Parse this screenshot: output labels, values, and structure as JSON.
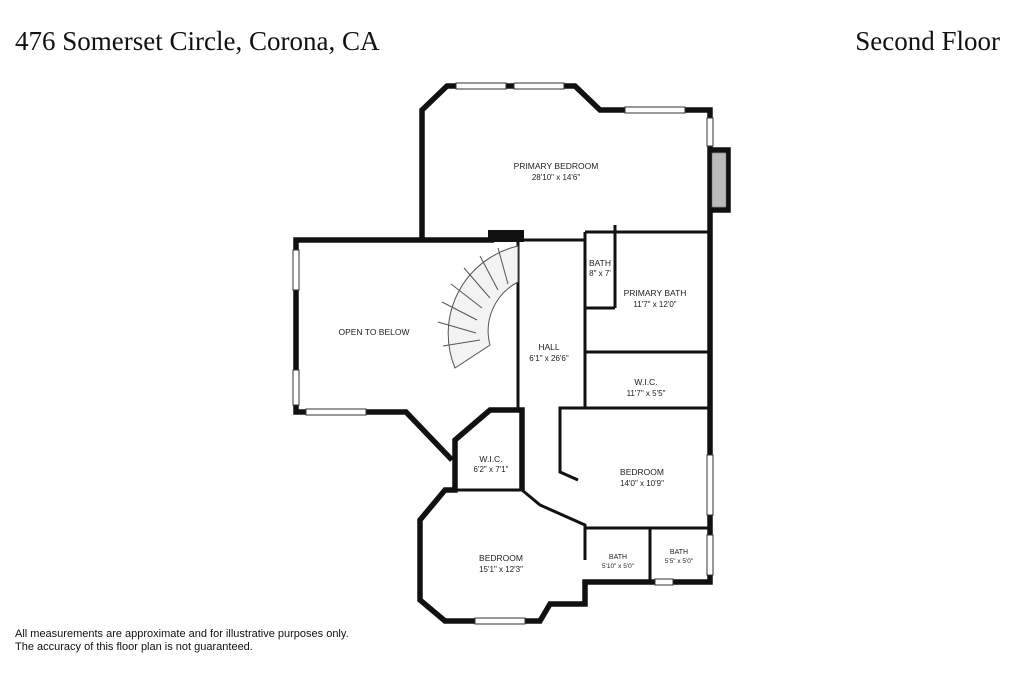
{
  "header": {
    "address": "476 Somerset Circle, Corona, CA",
    "floor": "Second Floor"
  },
  "rooms": {
    "primary_bedroom": {
      "name": "PRIMARY BEDROOM",
      "dims": "28'10\" x 14'6\""
    },
    "open_to_below": {
      "name": "OPEN TO BELOW"
    },
    "bath_small": {
      "name": "BATH",
      "dims": "8\" x 7'"
    },
    "primary_bath": {
      "name": "PRIMARY BATH",
      "dims": "11'7\" x 12'0\""
    },
    "hall": {
      "name": "HALL",
      "dims": "6'1\" x 26'6\""
    },
    "wic_east": {
      "name": "W.I.C.",
      "dims": "11'7\" x 5'5\""
    },
    "wic_west": {
      "name": "W.I.C.",
      "dims": "6'2\" x 7'1\""
    },
    "bedroom_east": {
      "name": "BEDROOM",
      "dims": "14'0\" x 10'9\""
    },
    "bedroom_south": {
      "name": "BEDROOM",
      "dims": "15'1\" x 12'3\""
    },
    "bath_a": {
      "name": "BATH",
      "dims": "5'10\" x 5'0\""
    },
    "bath_b": {
      "name": "BATH",
      "dims": "5'5\" x 5'0\""
    }
  },
  "disclaimer": {
    "line1": "All measurements are approximate and for illustrative purposes only.",
    "line2": "The accuracy of this floor plan is not guaranteed."
  }
}
